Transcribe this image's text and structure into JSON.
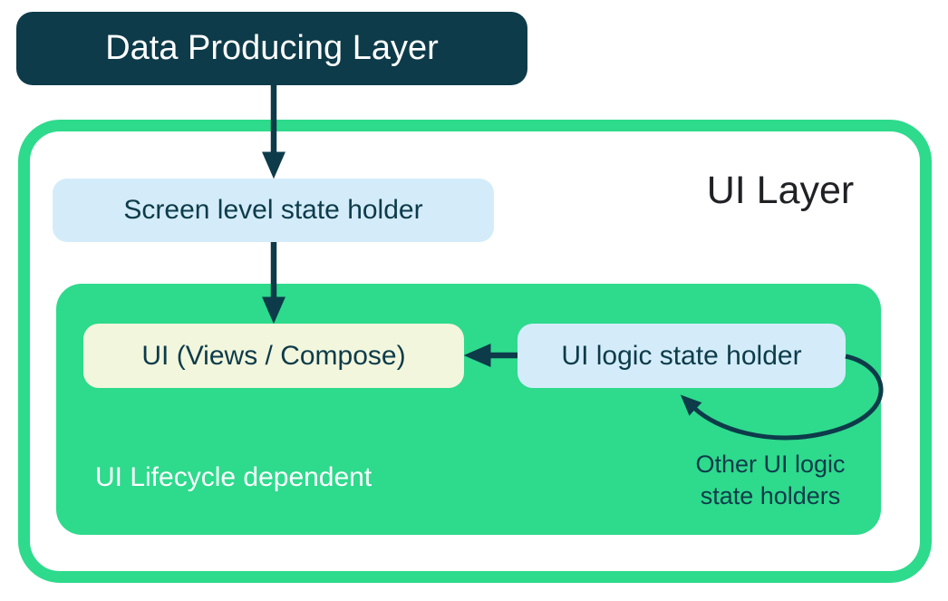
{
  "colors": {
    "dark-teal": "#0d3b4a",
    "green": "#2eda8c",
    "light-blue": "#d4ecfa",
    "cream": "#f2f6dc",
    "title-text": "#1f2124",
    "white": "#ffffff"
  },
  "diagram": {
    "data_producing_layer": {
      "label": "Data Producing Layer"
    },
    "ui_layer": {
      "title": "UI Layer",
      "screen_level_state_holder": {
        "label": "Screen level state holder"
      },
      "lifecycle_box": {
        "caption": "UI Lifecycle dependent",
        "ui_box": {
          "label": "UI (Views / Compose)"
        },
        "ui_logic_state_holder": {
          "label": "UI logic state holder"
        },
        "other_note": {
          "line1": "Other UI logic",
          "line2": "state holders"
        }
      }
    }
  }
}
